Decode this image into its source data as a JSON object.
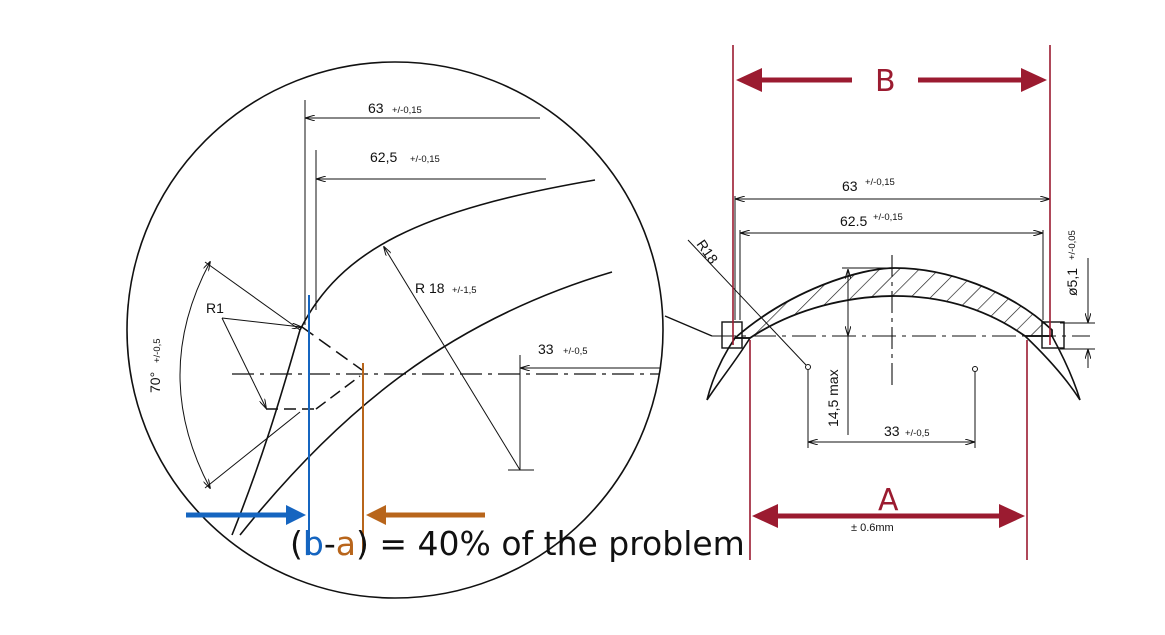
{
  "colors": {
    "ink": "#111111",
    "maroon": "#9b1b30",
    "blue": "#1565c0",
    "orange": "#b8651b"
  },
  "detail": {
    "dim_63": "63",
    "dim_63_tol": "+/-0,15",
    "dim_625": "62,5",
    "dim_625_tol": "+/-0,15",
    "radius_r18": "R 18",
    "radius_r18_tol": "+/-1,5",
    "dim_33": "33",
    "dim_33_tol": "+/-0,5",
    "radius_r1": "R1",
    "angle_70": "70°",
    "angle_70_tol": "+/-0,5"
  },
  "section": {
    "label_b": "B",
    "label_a": "A",
    "label_a_tol": "± 0.6mm",
    "dim_63": "63",
    "dim_63_tol": "+/-0,15",
    "dim_625": "62.5",
    "dim_625_tol": "+/-0,15",
    "radius_r18": "R18",
    "dim_145": "14,5 max",
    "dim_33": "33",
    "dim_33_tol": "+/-0,5",
    "dia_51": "ø5,1",
    "dia_51_tol": "+/-0,05"
  },
  "caption": {
    "open": "(",
    "b": "b",
    "dash": "-",
    "a": "a",
    "rest": ") = 40% of the problem"
  }
}
